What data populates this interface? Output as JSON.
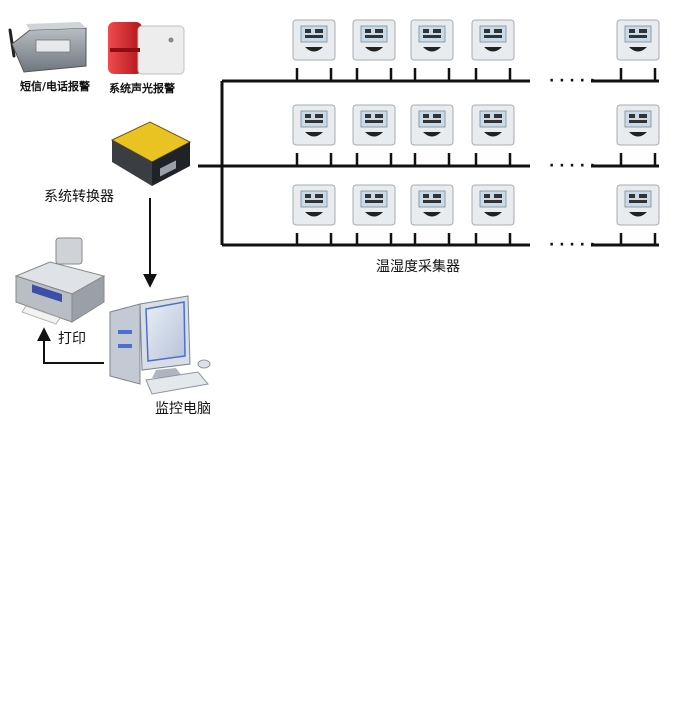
{
  "labels": {
    "sms_phone_alarm": "短信/电话报警",
    "siren_alarm": "系统声光报警",
    "converter": "系统转换器",
    "sensors": "温湿度采集器",
    "print": "打印",
    "monitor_pc": "监控电脑"
  },
  "ellipsis": "· · · · ·",
  "colors": {
    "line": "#111111",
    "sensor_body": "#e9ecef",
    "sensor_screen": "#c9dbe9",
    "converter_top": "#e8c322",
    "siren_red": "#e1252b",
    "modem_body": "#8c939a",
    "pc_blue": "#4a6fd0"
  }
}
